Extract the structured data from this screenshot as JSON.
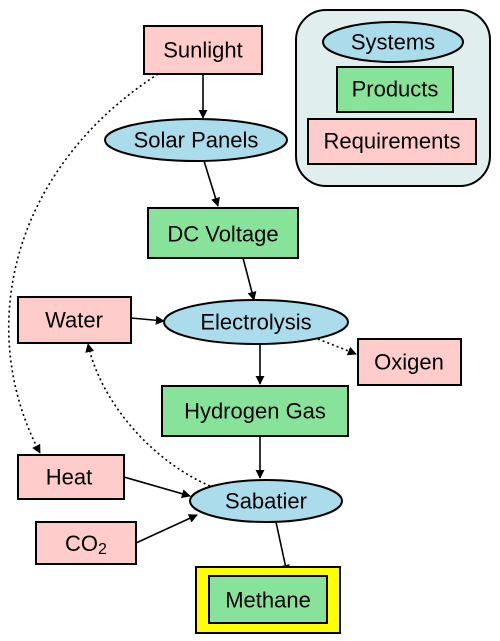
{
  "colors": {
    "requirement_fill": "#ffcccc",
    "system_fill": "#aadcec",
    "product_fill": "#88e39a",
    "legend_fill": "#e0eeee",
    "highlight": "#ffff00",
    "line": "#000000"
  },
  "legend": {
    "systems": "Systems",
    "products": "Products",
    "requirements": "Requirements"
  },
  "nodes": {
    "sunlight": "Sunlight",
    "solar_panels": "Solar Panels",
    "dc_voltage": "DC Voltage",
    "water": "Water",
    "electrolysis": "Electrolysis",
    "oxigen": "Oxigen",
    "hydrogen_gas": "Hydrogen Gas",
    "heat": "Heat",
    "sabatier": "Sabatier",
    "co2_main": "CO",
    "co2_sub": "2",
    "methane": "Methane"
  },
  "edges": [
    {
      "from": "Sunlight",
      "to": "Solar Panels",
      "style": "solid"
    },
    {
      "from": "Solar Panels",
      "to": "DC Voltage",
      "style": "solid"
    },
    {
      "from": "DC Voltage",
      "to": "Electrolysis",
      "style": "solid"
    },
    {
      "from": "Water",
      "to": "Electrolysis",
      "style": "solid"
    },
    {
      "from": "Electrolysis",
      "to": "Oxigen",
      "style": "dotted"
    },
    {
      "from": "Electrolysis",
      "to": "Hydrogen Gas",
      "style": "solid"
    },
    {
      "from": "Hydrogen Gas",
      "to": "Sabatier",
      "style": "solid"
    },
    {
      "from": "Heat",
      "to": "Sabatier",
      "style": "solid"
    },
    {
      "from": "CO2",
      "to": "Sabatier",
      "style": "solid"
    },
    {
      "from": "Sabatier",
      "to": "Methane",
      "style": "solid"
    },
    {
      "from": "Sunlight",
      "to": "Heat",
      "style": "dotted"
    },
    {
      "from": "Sabatier",
      "to": "Water",
      "style": "dotted"
    }
  ]
}
